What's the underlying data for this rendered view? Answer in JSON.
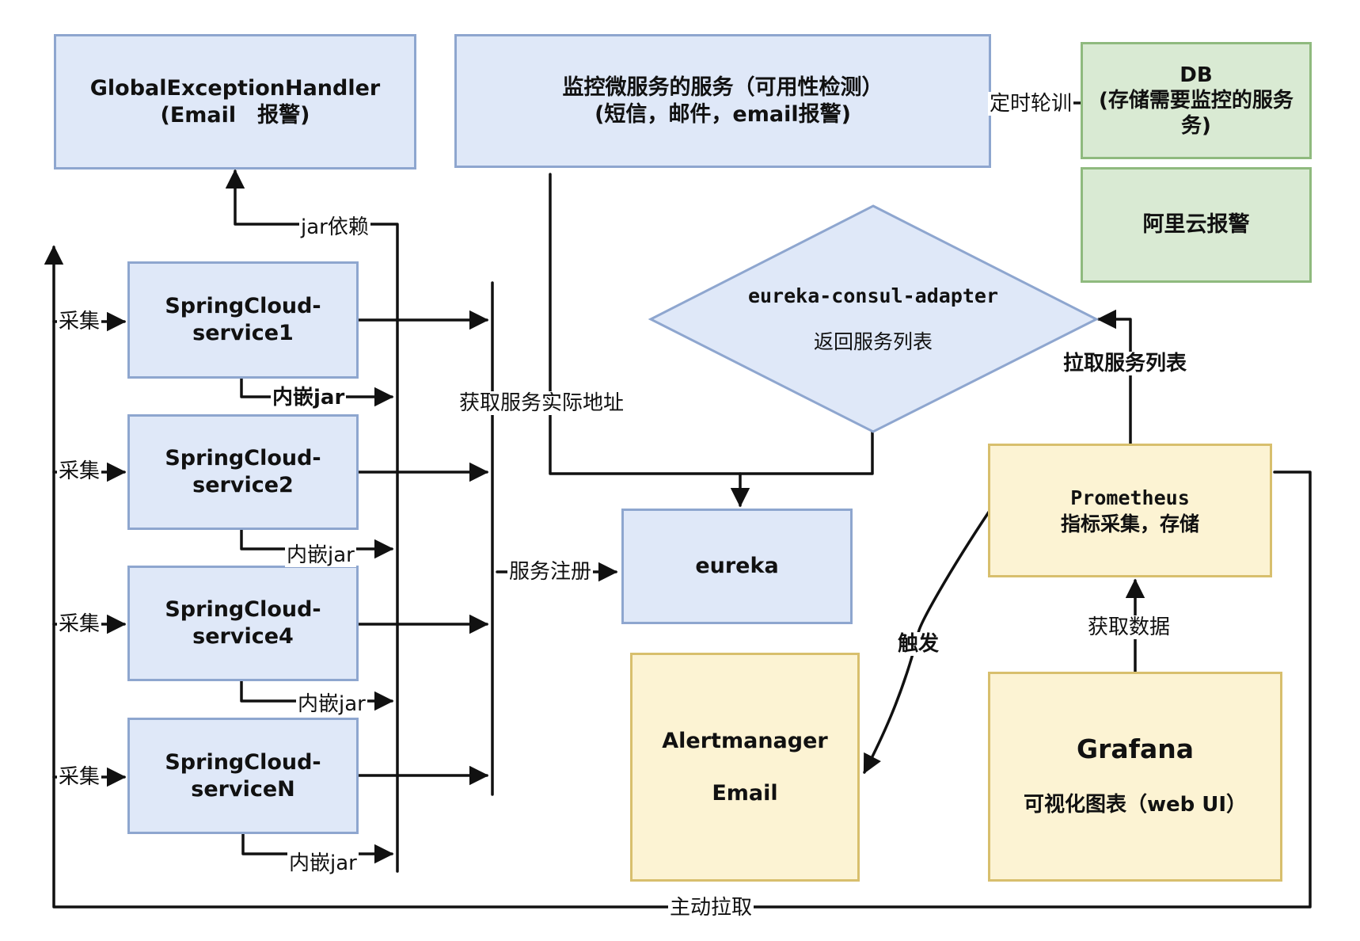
{
  "nodes": {
    "global_handler": {
      "line1": "GlobalExceptionHandler",
      "line2": "(Email　报警)"
    },
    "monitor": {
      "line1": "监控微服务的服务（可用性检测）",
      "line2": "(短信，邮件，email报警)"
    },
    "db": {
      "line1": "DB",
      "line2": "(存储需要监控的服务",
      "line3": "务)"
    },
    "aliyun": {
      "label": "阿里云报警"
    },
    "services": [
      {
        "line1": "SpringCloud-",
        "line2": "service1"
      },
      {
        "line1": "SpringCloud-",
        "line2": "service2"
      },
      {
        "line1": "SpringCloud-",
        "line2": "service4"
      },
      {
        "line1": "SpringCloud-",
        "line2": "serviceN"
      }
    ],
    "adapter": {
      "line1": "eureka-consul-adapter",
      "line2": "返回服务列表"
    },
    "eureka": {
      "label": "eureka"
    },
    "prometheus": {
      "line1": "Prometheus",
      "line2": "指标采集，存储"
    },
    "alertmanager": {
      "line1": "Alertmanager",
      "line2": "Email"
    },
    "grafana": {
      "line1": "Grafana",
      "line2": "可视化图表（web UI）"
    }
  },
  "edges": {
    "jar_dep": "jar依赖",
    "collect": [
      "采集",
      "采集",
      "采集",
      "采集"
    ],
    "embed": [
      "内嵌jar",
      "内嵌jar",
      "内嵌jar",
      "内嵌jar"
    ],
    "get_address": "获取服务实际地址",
    "register": "服务注册",
    "timer_poll": "定时轮训",
    "pull_list": "拉取服务列表",
    "trigger": "触发",
    "get_data": "获取数据",
    "active_pull": "主动拉取"
  },
  "colors": {
    "blue_fill": "#dfe8f8",
    "blue_border": "#8ea6cf",
    "green_fill": "#d9ead3",
    "green_border": "#8fba7e",
    "yellow_fill": "#fcf3d3",
    "yellow_border": "#d8bf6d",
    "line": "#111111"
  }
}
